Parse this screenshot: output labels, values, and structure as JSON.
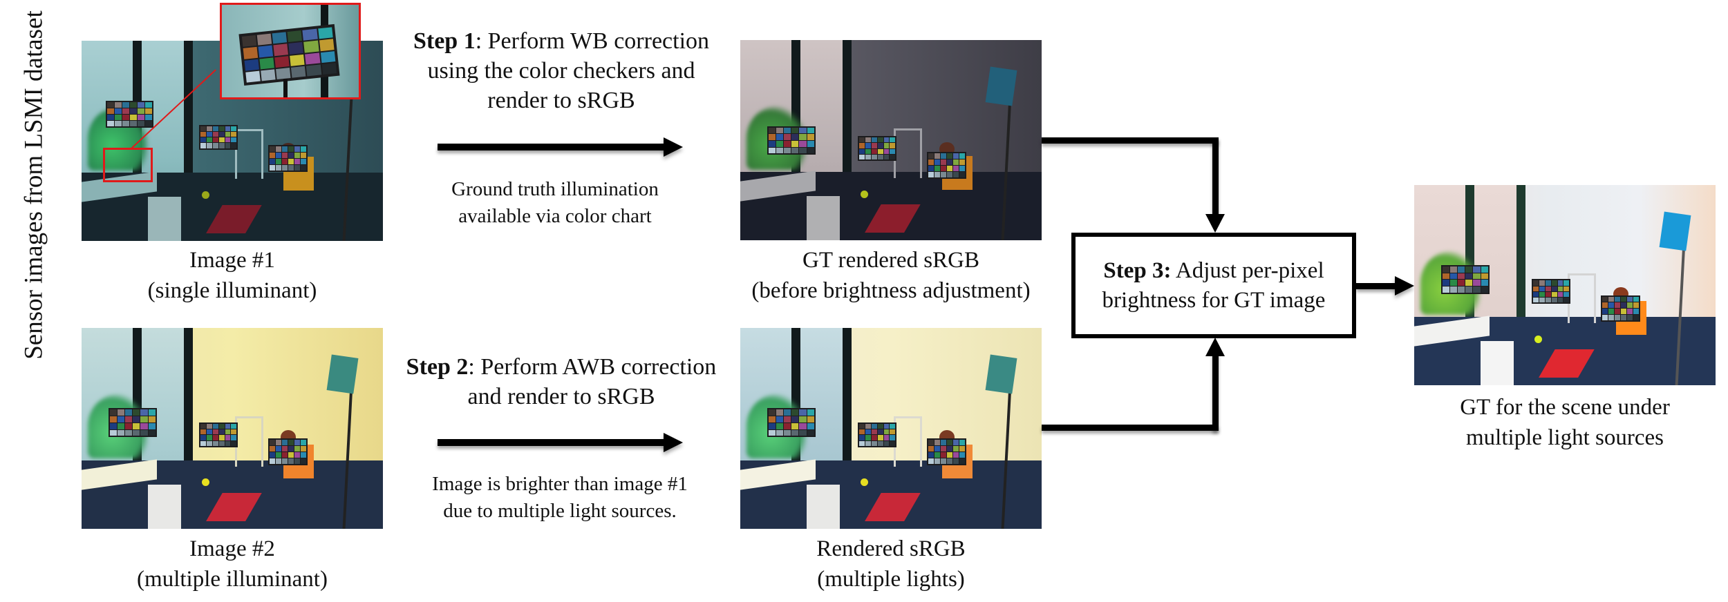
{
  "side_label": "Sensor images from LSMI dataset",
  "images": {
    "image1": {
      "caption_line1": "Image #1",
      "caption_line2": "(single illuminant)",
      "tint": "cool-teal"
    },
    "image2": {
      "caption_line1": "Image #2",
      "caption_line2": "(multiple illuminant)",
      "tint": "warm-yellow"
    },
    "gt_before": {
      "caption_line1": "GT rendered sRGB",
      "caption_line2": "(before brightness adjustment)",
      "tint": "dim-neutral"
    },
    "rendered": {
      "caption_line1": "Rendered sRGB",
      "caption_line2": "(multiple lights)",
      "tint": "warm-bright"
    },
    "final_gt": {
      "caption_line1": "GT for the scene under",
      "caption_line2": "multiple light sources",
      "tint": "neutral-bright"
    }
  },
  "steps": {
    "step1": {
      "label": "Step 1",
      "text_line1": ": Perform WB correction",
      "text_line2": "using the color checkers and",
      "text_line3": "render to sRGB",
      "note_line1": "Ground truth illumination",
      "note_line2": "available via color chart"
    },
    "step2": {
      "label": "Step 2",
      "text_line1": ": Perform AWB correction",
      "text_line2": "and render to sRGB",
      "note_line1": "Image is brighter than image #1",
      "note_line2": "due to multiple light sources."
    },
    "step3": {
      "label": "Step 3:",
      "text_line1": " Adjust per-pixel",
      "text_line2": "brightness for GT image"
    }
  },
  "colors": {
    "highlight_box": "#e01a1a",
    "arrow": "#000000"
  },
  "color_checker": [
    "#3a3330",
    "#8a7a78",
    "#2a6f95",
    "#2c4a2e",
    "#4a66a8",
    "#2aa6a8",
    "#b0652a",
    "#2658a8",
    "#9a3a50",
    "#2c2e5a",
    "#80a840",
    "#c09a30",
    "#1c3c80",
    "#2a8a48",
    "#8a2230",
    "#c8c038",
    "#9a4a9a",
    "#2a8ab0",
    "#b8ccd8",
    "#98aab4",
    "#7a8a92",
    "#5a6870",
    "#3a484e",
    "#22282c"
  ]
}
